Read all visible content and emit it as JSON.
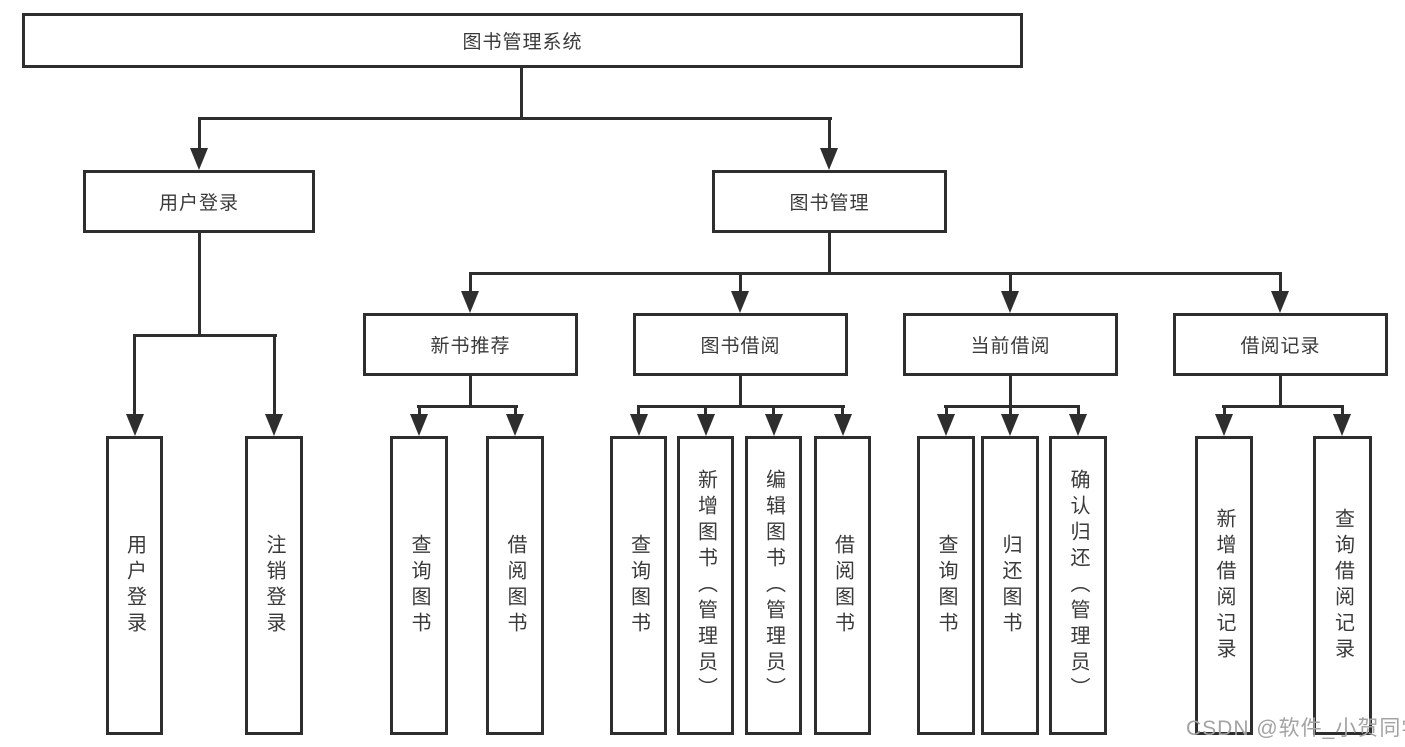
{
  "diagram_title": "图书管理系统",
  "nodes": {
    "root": {
      "label": "图书管理系统"
    },
    "user_login": {
      "label": "用户登录"
    },
    "book_mgmt": {
      "label": "图书管理"
    },
    "new_book_rec": {
      "label": "新书推荐"
    },
    "book_borrow": {
      "label": "图书借阅"
    },
    "current_borrow": {
      "label": "当前借阅"
    },
    "borrow_records": {
      "label": "借阅记录"
    },
    "leaf_login": {
      "label": "用户登录"
    },
    "leaf_logout": {
      "label": "注销登录"
    },
    "leaf_rec_query": {
      "label": "查询图书"
    },
    "leaf_rec_borrow": {
      "label": "借阅图书"
    },
    "leaf_bb_query": {
      "label": "查询图书"
    },
    "leaf_bb_add": {
      "label": "新增图书（管理员）"
    },
    "leaf_bb_edit": {
      "label": "编辑图书（管理员）"
    },
    "leaf_bb_borrow": {
      "label": "借阅图书"
    },
    "leaf_cb_query": {
      "label": "查询图书"
    },
    "leaf_cb_return": {
      "label": "归还图书"
    },
    "leaf_cb_confirm": {
      "label": "确认归还（管理员）"
    },
    "leaf_br_add": {
      "label": "新增借阅记录"
    },
    "leaf_br_query": {
      "label": "查询借阅记录"
    }
  },
  "hierarchy": {
    "图书管理系统": {
      "用户登录": [
        "用户登录",
        "注销登录"
      ],
      "图书管理": {
        "新书推荐": [
          "查询图书",
          "借阅图书"
        ],
        "图书借阅": [
          "查询图书",
          "新增图书（管理员）",
          "编辑图书（管理员）",
          "借阅图书"
        ],
        "当前借阅": [
          "查询图书",
          "归还图书",
          "确认归还（管理员）"
        ],
        "借阅记录": [
          "新增借阅记录",
          "查询借阅记录"
        ]
      }
    }
  },
  "watermark": {
    "text": "CSDN @软件_小贺同学"
  },
  "colors": {
    "line": "#2e2e2e",
    "text": "#3a3a3a",
    "watermark": "#a3a3a3",
    "background": "#ffffff"
  }
}
